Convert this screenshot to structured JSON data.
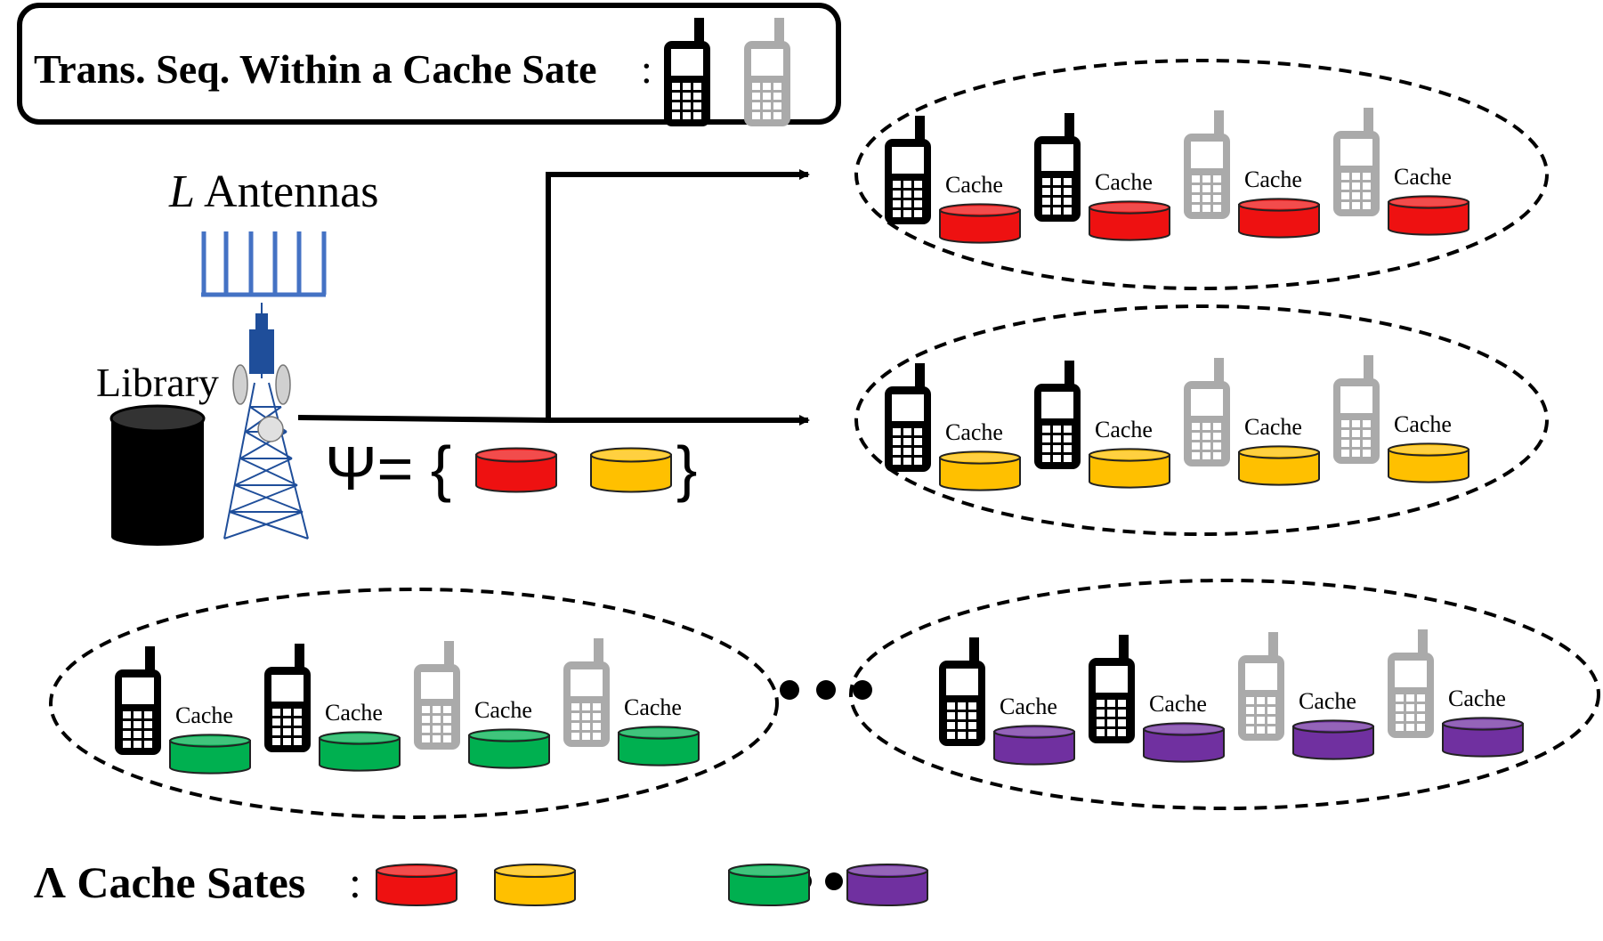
{
  "legend_box": {
    "title": "Trans. Seq. Within a Cache Sate",
    "colon": ":"
  },
  "antennas_label": {
    "var": "L",
    "text": " Antennas"
  },
  "library_label": "Library",
  "psi_label": "Ψ= {",
  "psi_close": "}",
  "cache_label": "Cache",
  "bottom_legend": {
    "title": "Λ Cache Sates",
    "colon": ":"
  },
  "colors": {
    "red": "#ee1111",
    "yellow": "#ffc000",
    "green": "#00b050",
    "purple": "#7030a0",
    "phone_active": "#000000",
    "phone_inactive": "#aaaaaa",
    "antenna_blue": "#4472c4",
    "tower_blue": "#1f4e9a"
  },
  "groups": [
    {
      "state": "red",
      "users": [
        "active",
        "active",
        "inactive",
        "inactive"
      ]
    },
    {
      "state": "yellow",
      "users": [
        "active",
        "active",
        "inactive",
        "inactive"
      ]
    },
    {
      "state": "green",
      "users": [
        "active",
        "active",
        "inactive",
        "inactive"
      ]
    },
    {
      "state": "purple",
      "users": [
        "active",
        "active",
        "inactive",
        "inactive"
      ]
    }
  ],
  "psi_set": [
    "red",
    "yellow"
  ],
  "legend_states": [
    "red",
    "yellow",
    "ellipsis",
    "green",
    "purple"
  ]
}
